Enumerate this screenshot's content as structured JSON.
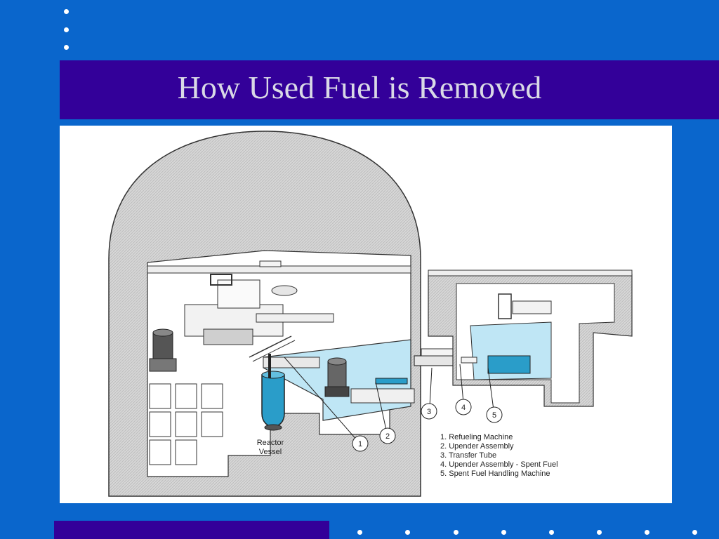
{
  "slide": {
    "title": "How Used Fuel is Removed",
    "colors": {
      "background": "#0a66cc",
      "band": "#330099",
      "title_text": "#d9d9e6",
      "water": "#bfe6f5",
      "fuel": "#2a9dc9"
    }
  },
  "diagram": {
    "vessel_label": "Reactor Vessel",
    "vessel_label_lines": [
      "Reactor",
      "Vessel"
    ],
    "callout_numbers": [
      "1",
      "2",
      "3",
      "4",
      "5"
    ],
    "legend": [
      "1. Refueling Machine",
      "2. Upender Assembly",
      "3. Transfer Tube",
      "4. Upender Assembly - Spent Fuel",
      "5. Spent Fuel Handling Machine"
    ]
  }
}
